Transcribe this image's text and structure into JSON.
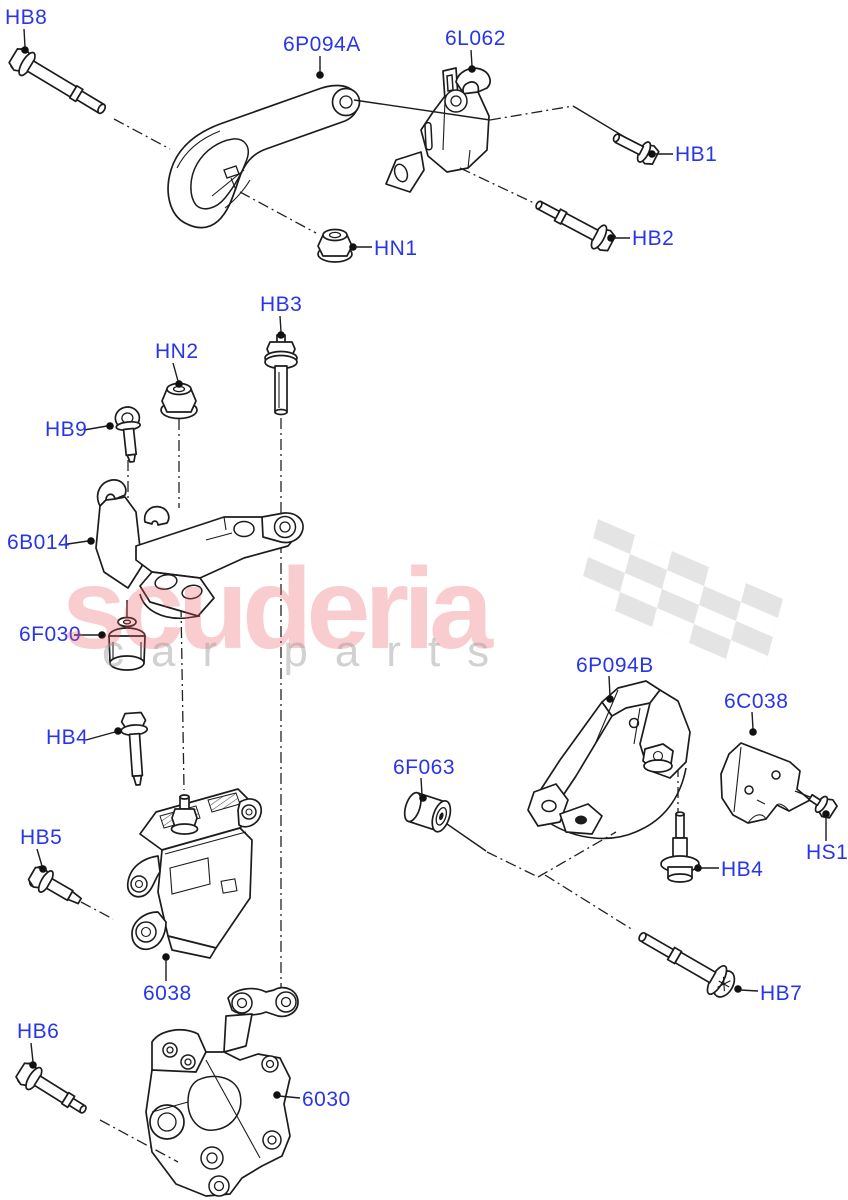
{
  "diagram": {
    "watermark": {
      "brand": "scuderia",
      "subtitle": "car parts"
    },
    "colors": {
      "label_blue": "#2836e8",
      "line_black": "#1c1c1c",
      "watermark_pink": "#ea5a60",
      "watermark_gray": "#9a9a9a",
      "checker_gray": "#c8c8c8",
      "background": "#ffffff"
    },
    "labels": {
      "hb8": "HB8",
      "6p094a": "6P094A",
      "6l062": "6L062",
      "hb1": "HB1",
      "hb2": "HB2",
      "hn1": "HN1",
      "hb3": "HB3",
      "hn2": "HN2",
      "hb9": "HB9",
      "6b014": "6B014",
      "6f030": "6F030",
      "hb4": "HB4",
      "hb5": "HB5",
      "6038": "6038",
      "hb6": "HB6",
      "6030": "6030",
      "6p094b": "6P094B",
      "6c038": "6C038",
      "6f063": "6F063",
      "hs1": "HS1",
      "hb7": "HB7"
    }
  }
}
